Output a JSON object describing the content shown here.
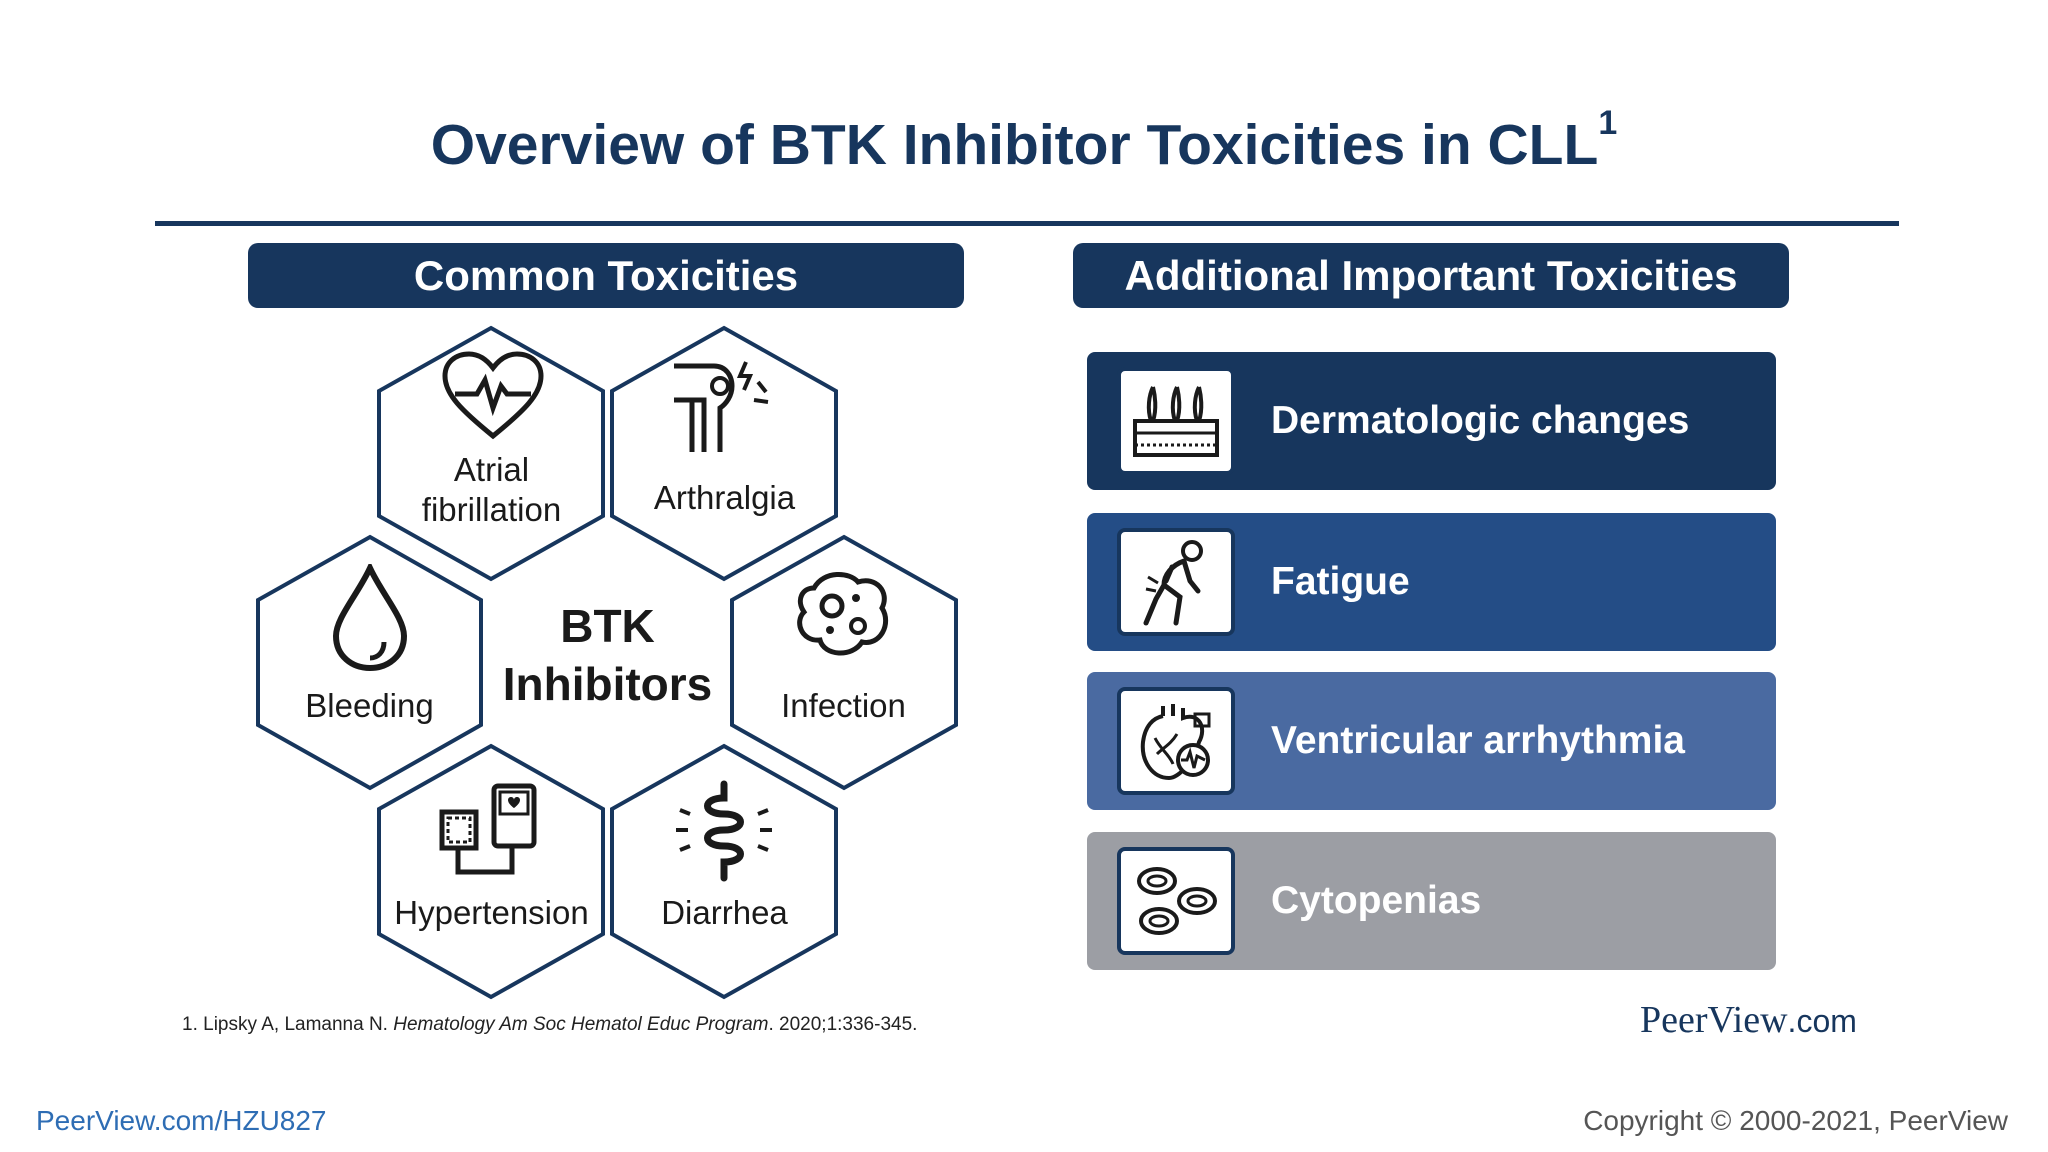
{
  "slide": {
    "title": "Overview of BTK Inhibitor Toxicities in CLL",
    "title_superscript": "1",
    "left_header": "Common Toxicities",
    "right_header": "Additional Important Toxicities",
    "center": {
      "line1": "BTK",
      "line2": "Inhibitors"
    },
    "common_toxicities": [
      {
        "label_line1": "Atrial",
        "label_line2": "fibrillation",
        "icon": "heart-ecg-icon"
      },
      {
        "label_line1": "Arthralgia",
        "label_line2": "",
        "icon": "knee-joint-icon"
      },
      {
        "label_line1": "Bleeding",
        "label_line2": "",
        "icon": "blood-drop-icon"
      },
      {
        "label_line1": "Infection",
        "label_line2": "",
        "icon": "virus-cell-icon"
      },
      {
        "label_line1": "Hypertension",
        "label_line2": "",
        "icon": "blood-pressure-monitor-icon"
      },
      {
        "label_line1": "Diarrhea",
        "label_line2": "",
        "icon": "intestine-icon"
      }
    ],
    "additional_toxicities": [
      {
        "label": "Dermatologic changes",
        "icon": "skin-layers-icon",
        "color": "#17365d"
      },
      {
        "label": "Fatigue",
        "icon": "tired-person-icon",
        "color": "#244d86"
      },
      {
        "label": "Ventricular arrhythmia",
        "icon": "heart-monitor-icon",
        "color": "#4a6aa1"
      },
      {
        "label": "Cytopenias",
        "icon": "blood-cells-icon",
        "color": "#9c9ea4"
      }
    ],
    "reference": {
      "prefix": "1. Lipsky A, Lamanna N. ",
      "journal": "Hematology Am Soc Hematol Educ Program",
      "suffix": ". 2020;1:336-345."
    },
    "brand": {
      "name": "PeerView",
      "suffix": ".com"
    }
  },
  "footer": {
    "link": "PeerView.com/HZU827",
    "copyright": "Copyright © 2000-2021, PeerView"
  },
  "colors": {
    "navy": "#17365d",
    "link_blue": "#2e6db4"
  }
}
